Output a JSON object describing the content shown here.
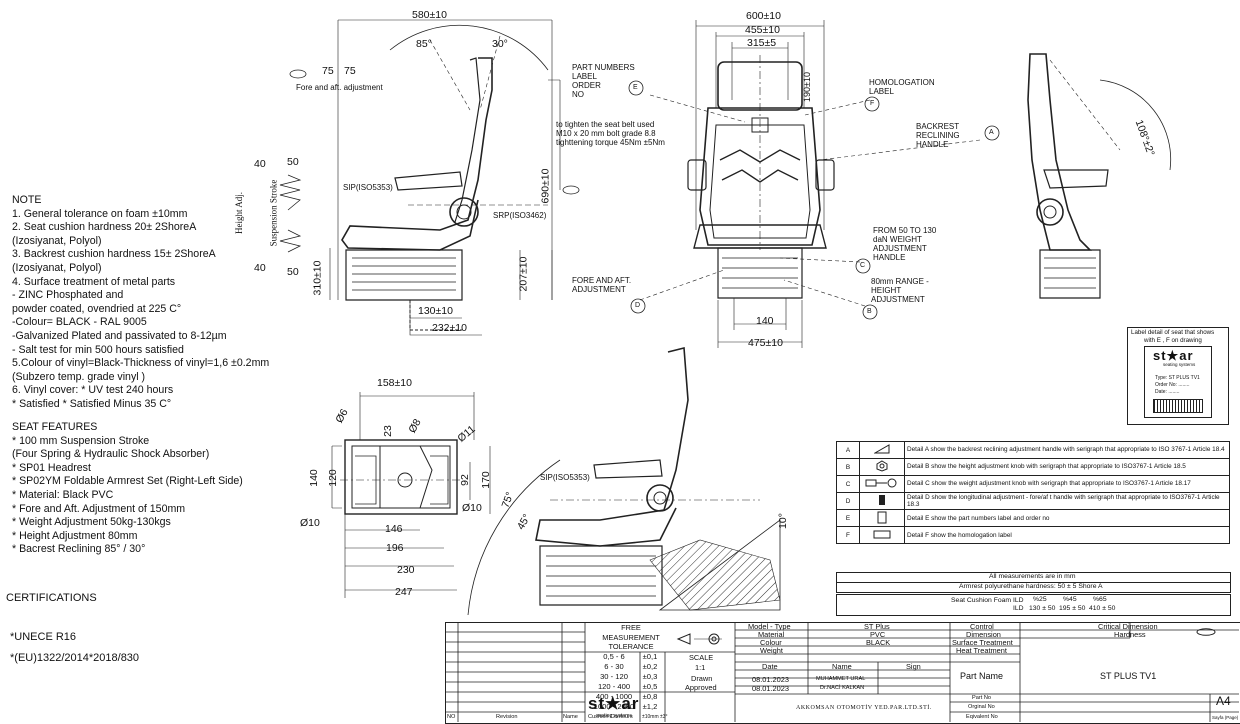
{
  "notes": {
    "heading": "NOTE",
    "lines": [
      "1. General tolerance on foam  ±10mm",
      "2. Seat cushion hardness 20± 2ShoreA",
      "(Izosiyanat, Polyol)",
      "3. Backrest cushion hardness 15±  2ShoreA",
      "(Izosiyanat, Polyol)",
      "4. Surface treatment of metal parts",
      " - ZINC Phosphated and",
      "powder coated, ovendried at 225 C°",
      "-Colour= BLACK - RAL 9005",
      "-Galvanized Plated and passivated to 8-12µm",
      " - Salt test for min 500 hours satisfied",
      "5.Colour of vinyl=Black-Thickness of vinyl=1,6 ±0.2mm",
      "(Subzero temp. grade vinyl )",
      "6. Vinyl cover: * UV test 240 hours",
      " * Satisfied  * Satisfied Minus 35 C°"
    ]
  },
  "features": {
    "heading": "SEAT FEATURES",
    "lines": [
      "* 100 mm Suspension Stroke",
      "(Four Spring & Hydraulic Shock Absorber)",
      "* SP01 Headrest",
      "* SP02YM Foldable Armrest Set (Right-Left Side)",
      "* Material: Black PVC",
      "* Fore and Aft. Adjustment of 150mm",
      "* Weight Adjustment 50kg-130kgs",
      "* Height Adjustment 80mm",
      "* Bacrest Reclining 85° / 30°"
    ]
  },
  "certifications": {
    "heading": "CERTIFICATIONS",
    "lines": [
      "*UNECE R16",
      "*(EU)1322/2014*2018/830"
    ]
  },
  "side_view": {
    "d580": "580±10",
    "a85": "85°",
    "a30": "30°",
    "d75a": "75",
    "d75b": "75",
    "fore_aft": "Fore and aft. adjustment",
    "h40a": "40",
    "h40b": "40",
    "h50a": "50",
    "h50b": "50",
    "height_adj": "Height Adj.",
    "susp_stroke": "Suspension Stroke",
    "sip": "SIP(ISO5353)",
    "srp": "SRP(ISO3462)",
    "d310": "310±10",
    "d207": "207±10",
    "d690": "690±10",
    "d130": "130±10",
    "d232": "232±10"
  },
  "front_view": {
    "d600": "600±10",
    "d455": "455±10",
    "d315": "315±5",
    "d190": "190±10",
    "d140": "140",
    "d475": "475±10",
    "part_label": [
      "PART NUMBERS",
      "LABEL",
      "ORDER",
      "NO"
    ],
    "belt_note": [
      "to tighten the seat belt used",
      "M10 x 20 mm bolt grade 8.8",
      "tighttening torque 45Nm ±5Nm"
    ],
    "homolog": [
      "HOMOLOGATION",
      "LABEL"
    ],
    "weight_adj": [
      "FROM 50 TO 130",
      "daN WEIGHT",
      "ADJUSTMENT",
      "HANDLE"
    ],
    "range": [
      "80mm RANGE -",
      "HEIGHT",
      "ADJUSTMENT"
    ],
    "fore_aft": [
      "FORE AND AFT.",
      "ADJUSTMENT"
    ],
    "backrest": [
      "BACKREST",
      "RECLINING",
      "HANDLE"
    ],
    "a108": "108°±2°",
    "markers": [
      "A",
      "B",
      "C",
      "D",
      "E",
      "F"
    ]
  },
  "base_view": {
    "d158": "158±10",
    "d6": "Ø6",
    "d8": "Ø8",
    "d23": "23",
    "d11": "Ø11",
    "d140": "140",
    "d120": "120",
    "d92": "92",
    "d170": "170",
    "d10a": "Ø10",
    "d10b": "Ø10",
    "d146": "146",
    "d196": "196",
    "d230": "230",
    "d247": "247"
  },
  "recline_view": {
    "sip": "SIP(ISO5353)",
    "a75": "75°",
    "a45": "45°",
    "a10": "10°"
  },
  "label_box": {
    "title": "Label detail of seat that shows",
    "subtitle": "with E , F on drawing",
    "logo": "st★ar",
    "logo_sub": "seating systems",
    "lines": [
      "Type: ST PLUS TV1",
      "Order No: ........",
      "Date: ........"
    ]
  },
  "details": [
    {
      "key": "A",
      "text": "Detail A show the backrest reclining adjustment handle with serigraph that appropriate to ISO 3767-1 Article 18.4"
    },
    {
      "key": "B",
      "text": "Detail B show the height adjustment knob with serigraph that appropriate to ISO3767-1 Article 18.5"
    },
    {
      "key": "C",
      "text": "Detail C show the weight adjustment knob with serigraph that appropriate to ISO3767-1 Article 18.17"
    },
    {
      "key": "D",
      "text": "Detail D show the longitudinal adjustment - fore/af  t handle with serigraph that appropriate to ISO3767-1 Article 18.3"
    },
    {
      "key": "E",
      "text": "Detail E show the part numbers label and order no"
    },
    {
      "key": "F",
      "text": "Detail F show the homologation label"
    }
  ],
  "measure_note": "All measurements are in mm",
  "pu_note": "Armrest polyurethane hardness: 50 ± 5 Shore A",
  "ild": {
    "label": "Seat Cushion Foam ILD",
    "label2": "ILD",
    "cols": [
      "%25",
      "%45",
      "%65"
    ],
    "vals": [
      "130 ± 50",
      "195 ± 50",
      "410 ± 50"
    ]
  },
  "title_block": {
    "free": [
      "FREE",
      "MEASUREMENT",
      "TOLERANCE"
    ],
    "tol": [
      [
        "0,5 - 6",
        "±0,1"
      ],
      [
        "6 - 30",
        "±0,2"
      ],
      [
        "30 - 120",
        "±0,3"
      ],
      [
        "120 - 400",
        "±0,5"
      ],
      [
        "400 - 1000",
        "±0,8"
      ],
      [
        "1000 - 2000",
        "±1,2"
      ]
    ],
    "scale_label": "SCALE",
    "scale": "1:1",
    "drawn": "Drawn",
    "approved": "Approved",
    "model_label": "Model - Type",
    "model": "ST Plus",
    "material_label": "Material",
    "material": "PVC",
    "colour_label": "Colour",
    "colour": "BLACK",
    "weight_label": "Weight",
    "date_label": "Date",
    "name_label": "Name",
    "sign_label": "Sign",
    "drawn_date": "08.01.2023",
    "drawn_name": "MUHAMMET URAL",
    "approved_date": "08.01.2023",
    "approved_name": "Dr.NACİ KALKAN",
    "control": "Control",
    "dimension": "Dimension",
    "surface": "Surface Treatment",
    "heat": "Heat Treatment",
    "critical": "Critical Dimension",
    "hardness": "Hardness",
    "part_name_label": "Part Name",
    "part_name": "ST PLUS TV1",
    "part_no": "Part No",
    "original_no": "Orginal No",
    "equivalent_no": "Eqivalent No",
    "size": "A4",
    "sayfa": "Sayfa (Page)",
    "company": "AKKOMSAN OTOMOTİV YED.PAR.LTD.STİ.",
    "logo": "st★ar",
    "logo_sub": "seating systems",
    "no": "NO",
    "revision": "Revision",
    "name": "Name",
    "cushion": "Cushion Contours",
    "cushion_tol": "±10mm ±3°"
  }
}
